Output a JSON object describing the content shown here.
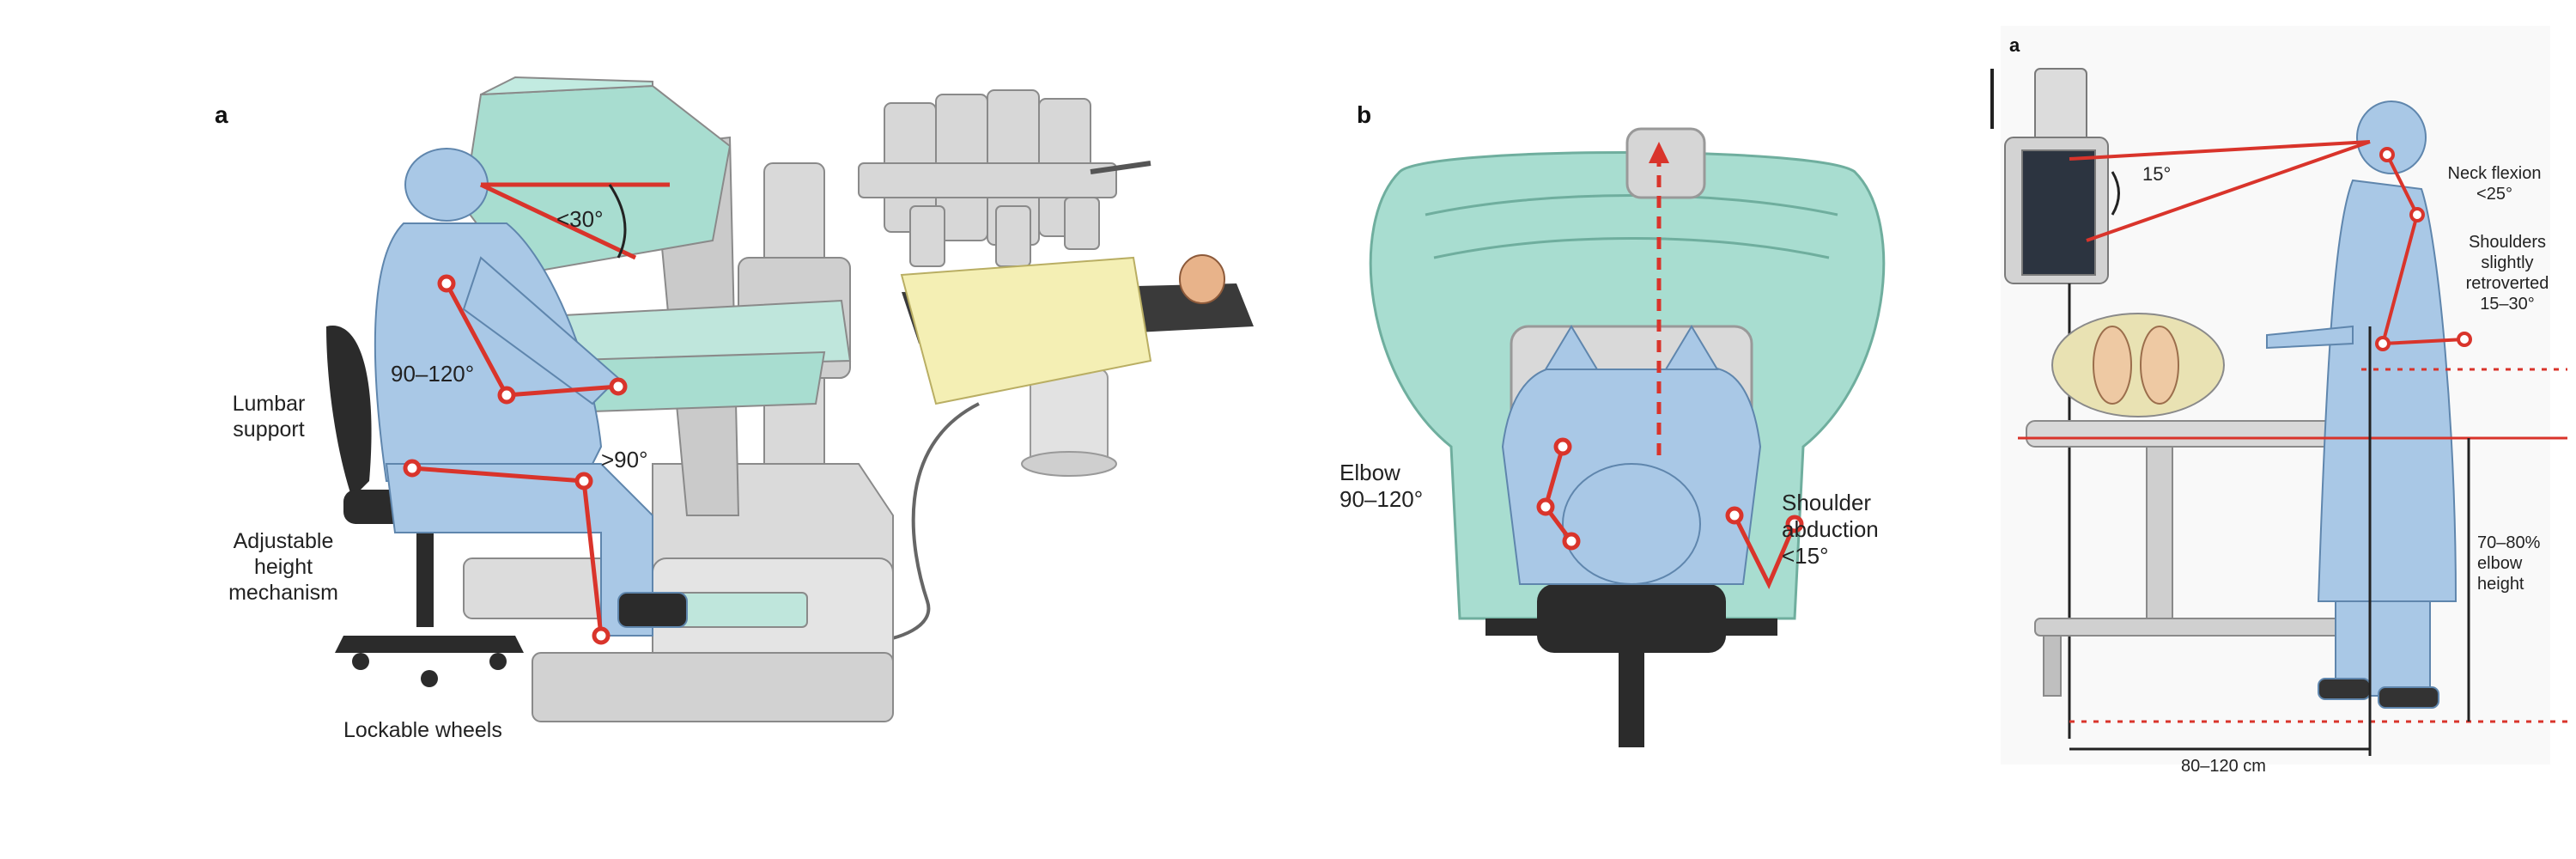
{
  "panels": {
    "a": {
      "letter": "a",
      "labels": {
        "viewer_angle": "<30°",
        "elbow_angle": "90–120°",
        "lumbar_support": "Lumbar support",
        "knee_angle": ">90°",
        "height_mechanism": "Adjustable height mechanism",
        "wheels": "Lockable wheels"
      }
    },
    "b": {
      "letter": "b",
      "labels": {
        "elbow": "Elbow 90–120°",
        "shoulder": "Shoulder abduction <15°"
      }
    },
    "c": {
      "letter": "a",
      "labels": {
        "monitor_angle": "15°",
        "neck_flexion": "Neck flexion <25°",
        "shoulders": "Shoulders slightly retroverted 15–30°",
        "elbow_height": "70–80% elbow height",
        "distance": "80–120 cm"
      }
    }
  },
  "colors": {
    "console_teal": "#a8ddd0",
    "scrubs_blue": "#a9c8e6",
    "machine_gray": "#d4d4d4",
    "indicator_red": "#d9342b",
    "drape_yellow": "#f4efb4",
    "chair_black": "#2b2b2b"
  }
}
